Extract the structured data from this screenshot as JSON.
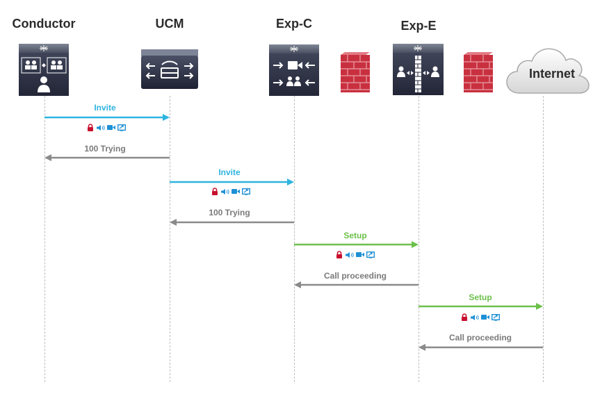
{
  "participants": [
    {
      "id": "conductor",
      "label": "Conductor"
    },
    {
      "id": "ucm",
      "label": "UCM"
    },
    {
      "id": "expc",
      "label": "Exp-C"
    },
    {
      "id": "expe",
      "label": "Exp-E"
    },
    {
      "id": "internet",
      "label": "Internet"
    }
  ],
  "messages": [
    {
      "label": "Invite",
      "from": "conductor",
      "to": "ucm",
      "kind": "sip",
      "media_icons": true
    },
    {
      "label": "100 Trying",
      "from": "ucm",
      "to": "conductor",
      "kind": "response",
      "media_icons": false
    },
    {
      "label": "Invite",
      "from": "ucm",
      "to": "expc",
      "kind": "sip",
      "media_icons": true
    },
    {
      "label": "100 Trying",
      "from": "expc",
      "to": "ucm",
      "kind": "response",
      "media_icons": false
    },
    {
      "label": "Setup",
      "from": "expc",
      "to": "expe",
      "kind": "h323",
      "media_icons": true
    },
    {
      "label": "Call proceeding",
      "from": "expe",
      "to": "expc",
      "kind": "response",
      "media_icons": false
    },
    {
      "label": "Setup",
      "from": "expe",
      "to": "internet",
      "kind": "h323",
      "media_icons": true
    },
    {
      "label": "Call proceeding",
      "from": "internet",
      "to": "expe",
      "kind": "response",
      "media_icons": false
    }
  ],
  "colors": {
    "sip": "#2fb4e0",
    "h323": "#6cc04a",
    "response": "#8a8a8a",
    "lock": "#c8102e",
    "media": "#1e90d6"
  }
}
